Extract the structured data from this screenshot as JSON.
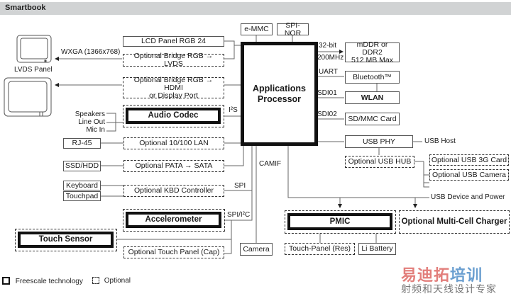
{
  "header": {
    "title": "Smartbook"
  },
  "processor": {
    "line1": "Applications",
    "line2": "Processor"
  },
  "memory": {
    "emmc": "e-MMC",
    "spinor": "SPI-NOR",
    "ddr_line1": "mDDR or DDR2",
    "ddr_line2": "512 MB Max",
    "bus_width": "32-bit",
    "bus_freq": "200MHz"
  },
  "display": {
    "lcd": "LCD Panel RGB 24",
    "bridge_lvds": "Optional Bridge RGB → LVDS",
    "bridge_hdmi_1": "Optional Bridge RGB → HDMI",
    "bridge_hdmi_2": "or Display Port",
    "wxga": "WXGA (1366x768)",
    "lvds_panel": "LVDS Panel"
  },
  "audio": {
    "codec": "Audio Codec",
    "bus": "I²S",
    "outputs": [
      "Speakers",
      "Line Out",
      "Mic In"
    ]
  },
  "lan": {
    "port": "RJ-45",
    "controller": "Optional 10/100 LAN"
  },
  "storage": {
    "drive": "SSD/HDD",
    "bridge": "Optional PATA → SATA"
  },
  "input": {
    "keyboard": "Keyboard",
    "touchpad": "Touchpad",
    "controller": "Optional KBD Controller",
    "bus": "SPI"
  },
  "sensors": {
    "accelerometer": "Accelerometer",
    "bus": "SPI/I²C",
    "touch_sensor": "Touch Sensor",
    "touch_panel_cap": "Optional Touch Panel (Cap)"
  },
  "camera": {
    "label": "Camera",
    "bus": "CAMIF"
  },
  "wireless": {
    "uart": "UART",
    "bluetooth": "Bluetooth™",
    "sdio1": "SDI01",
    "wlan": "WLAN",
    "sdio2": "SDI02",
    "sdcard": "SD/MMC Card"
  },
  "usb": {
    "phy": "USB PHY",
    "host": "USB Host",
    "hub": "Optional USB HUB",
    "card3g": "Optional USB 3G Card",
    "camera": "Optional USB Camera",
    "device_power": "USB Device and Power"
  },
  "power": {
    "pmic": "PMIC",
    "charger": "Optional Multi-Cell Charger",
    "touch_panel_res": "Touch-Panel (Res)",
    "battery": "Li Battery"
  },
  "legend": {
    "freescale": "Freescale technology",
    "optional": "Optional"
  },
  "watermark": {
    "line1": "易迪拓培训",
    "line2": "射频和天线设计专家"
  },
  "colors": {
    "header_bg": "#d1d3d4",
    "watermark_red": "#d9534f",
    "watermark_blue": "#3a7fc1"
  }
}
